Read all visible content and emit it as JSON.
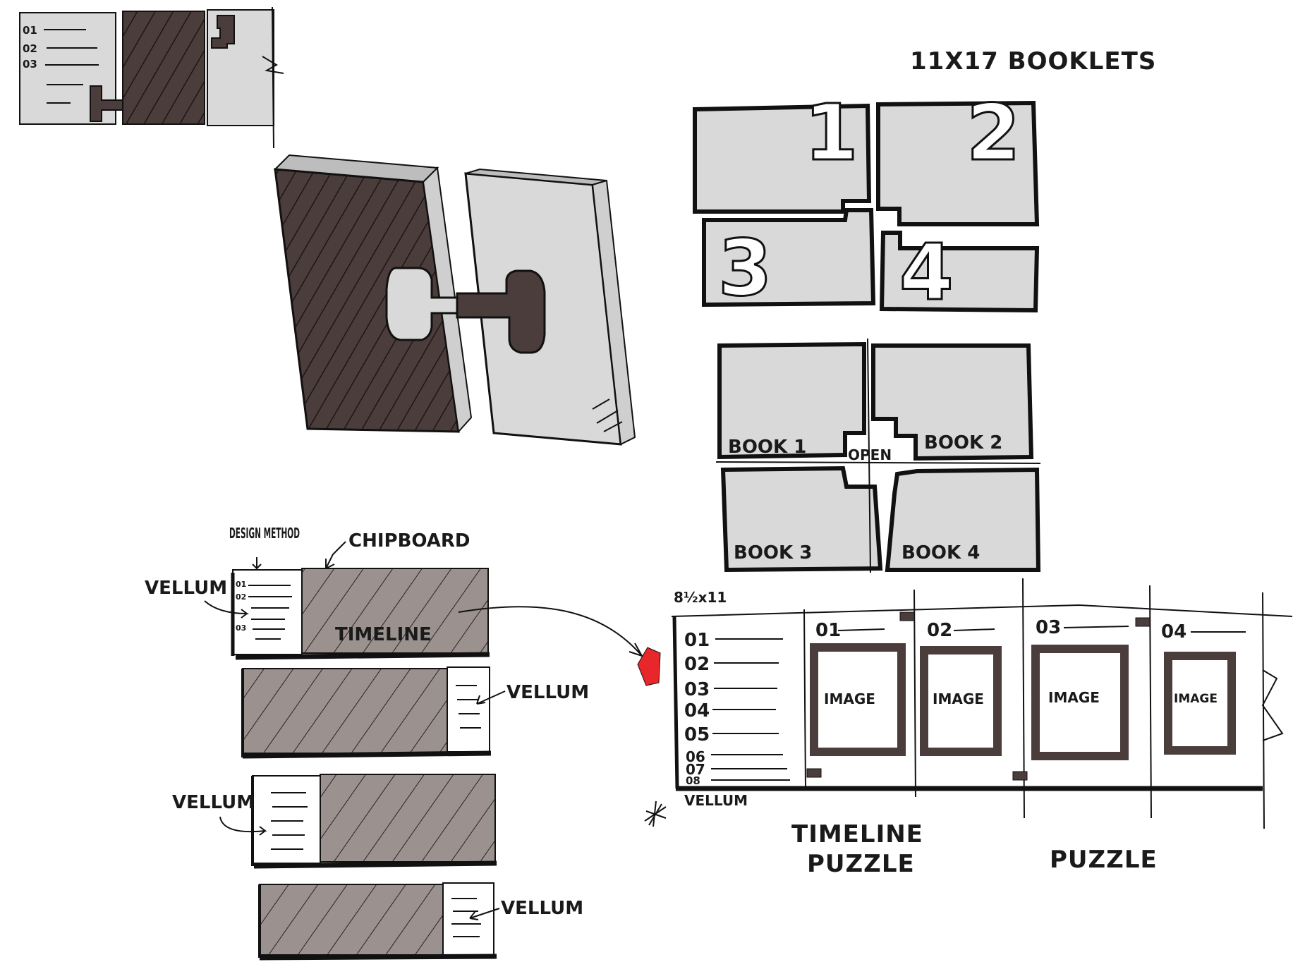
{
  "colors": {
    "chipboard_dark": "#4a3d3b",
    "chipboard_mid": "#9b918f",
    "paper_gray": "#d9d9d9",
    "ink": "#111111",
    "flag_red": "#e8272a"
  },
  "labels": {
    "booklets_title": "11X17 BOOKLETS",
    "design_method": "DESIGN METHOD",
    "chipboard": "CHIPBOARD",
    "vellum": "VELLUM",
    "timeline_bar": "TIMELINE",
    "paper_size": "8½x11",
    "timeline_puzzle_line1": "TIMELINE",
    "timeline_puzzle_line2": "PUZZLE",
    "puzzle": "PUZZLE",
    "open": "OPEN",
    "image": "IMAGE"
  },
  "small_list": [
    "01",
    "02",
    "03"
  ],
  "tiny_list": [
    "01",
    "02",
    "03"
  ],
  "quad_numbers": [
    "1",
    "2",
    "3",
    "4"
  ],
  "books": [
    "BOOK 1",
    "BOOK 2",
    "BOOK 3",
    "BOOK 4"
  ],
  "timeline_list": [
    "01",
    "02",
    "03",
    "04",
    "05",
    "06",
    "07",
    "08"
  ],
  "panel_numbers": [
    "01",
    "02",
    "03",
    "04"
  ]
}
